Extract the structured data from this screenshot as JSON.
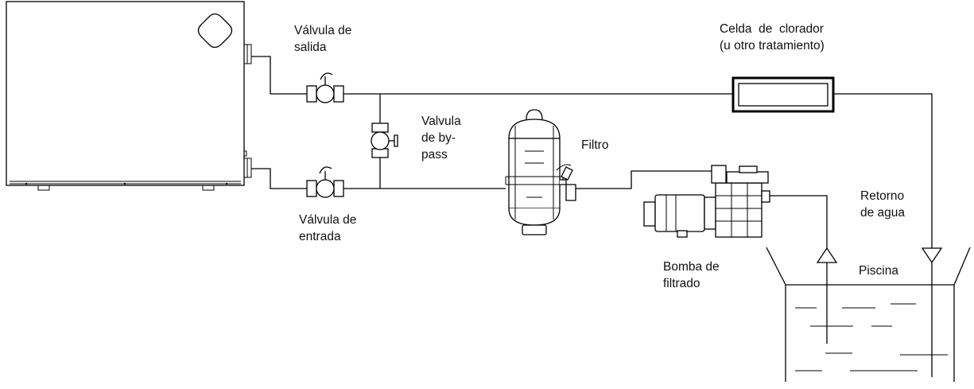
{
  "labels": {
    "outlet_valve": "Válvula de\nsalida",
    "bypass_valve": "Valvula\nde by-\npass",
    "inlet_valve": "Válvula de\nentrada",
    "filter": "Filtro",
    "chlorinator": "Celda  de  clorador\n(u otro tratamiento)",
    "pump": "Bomba de\nfiltrado",
    "water_return": "Retorno\nde agua",
    "pool": "Piscina"
  },
  "colors": {
    "line": "#000000",
    "background": "#ffffff",
    "text": "#111111"
  }
}
